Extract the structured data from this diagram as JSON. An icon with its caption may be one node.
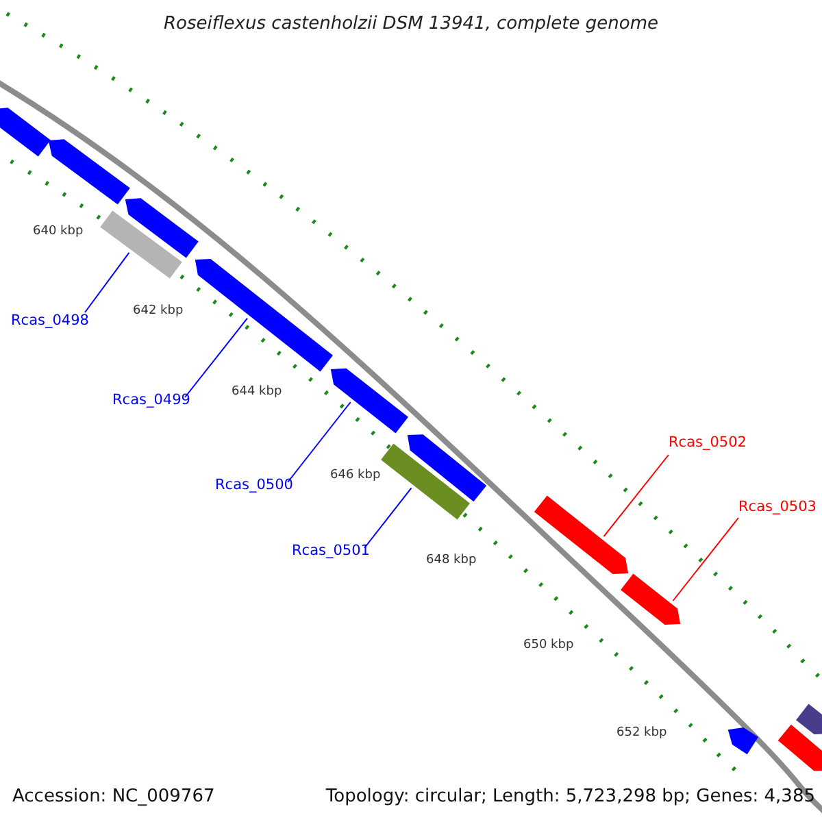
{
  "diagram": {
    "title": "Roseiflexus castenholzii DSM 13941, complete genome",
    "nodes": [
      {
        "text": [],
        "shape": "arrow"
      },
      {
        "text": [],
        "shape": "arrow"
      },
      {
        "text": [],
        "shape": "arrow"
      },
      {
        "text": [],
        "shape": "box"
      },
      {
        "text": [],
        "shape": "arrow"
      },
      {
        "text": [],
        "shape": "arrow"
      },
      {
        "text": [],
        "shape": "box"
      },
      {
        "text": [],
        "shape": "arrow"
      },
      {
        "text": [],
        "shape": "arrow"
      },
      {
        "text": [],
        "shape": "arrow"
      },
      {
        "text": [],
        "shape": "arrow"
      },
      {
        "text": [],
        "shape": "arrow"
      },
      {
        "text": [],
        "shape": "arrow"
      },
      {
        "text": [
          "Rcas_0498"
        ]
      },
      {
        "text": [
          "Rcas_0499"
        ]
      },
      {
        "text": [
          "Rcas_0500"
        ]
      },
      {
        "text": [
          "Rcas_0501"
        ]
      },
      {
        "text": [
          "Rcas_0502"
        ]
      },
      {
        "text": [
          "Rcas_0503"
        ]
      }
    ],
    "edges": [
      {
        "from": 13,
        "to": 3,
        "arrow": "none"
      },
      {
        "from": 14,
        "to": 4,
        "arrow": "none"
      },
      {
        "from": 15,
        "to": 5,
        "arrow": "none"
      },
      {
        "from": 16,
        "to": 6,
        "arrow": "none"
      },
      {
        "from": 17,
        "to": 8,
        "arrow": "none",
        "color": "#ff0000"
      },
      {
        "from": 18,
        "to": 9,
        "arrow": "none",
        "color": "#ff0000"
      }
    ],
    "labels": [
      "640 kbp",
      "642 kbp",
      "644 kbp",
      "646 kbp",
      "648 kbp",
      "650 kbp",
      "652 kbp",
      "Accession: NC_009767",
      "Topology: circular; Length: 5,723,298 bp; Genes: 4,385"
    ]
  }
}
